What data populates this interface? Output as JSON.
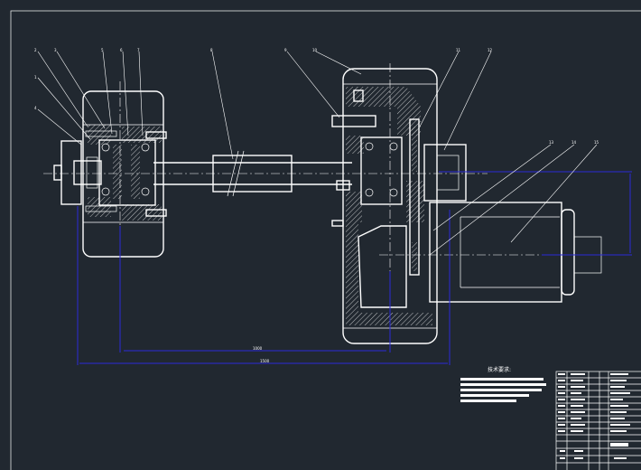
{
  "part_numbers": [
    "2",
    "3",
    "1",
    "4",
    "5",
    "6",
    "7",
    "8",
    "9",
    "10",
    "11",
    "12",
    "13",
    "14",
    "15"
  ],
  "dimensions": {
    "dim_inner": "1000",
    "dim_outer": "1500"
  },
  "tech_requirements": {
    "title": "技术要求:"
  },
  "colors": {
    "background": "#212830",
    "lines": "#ffffff",
    "dimension": "#2a2ad8"
  }
}
